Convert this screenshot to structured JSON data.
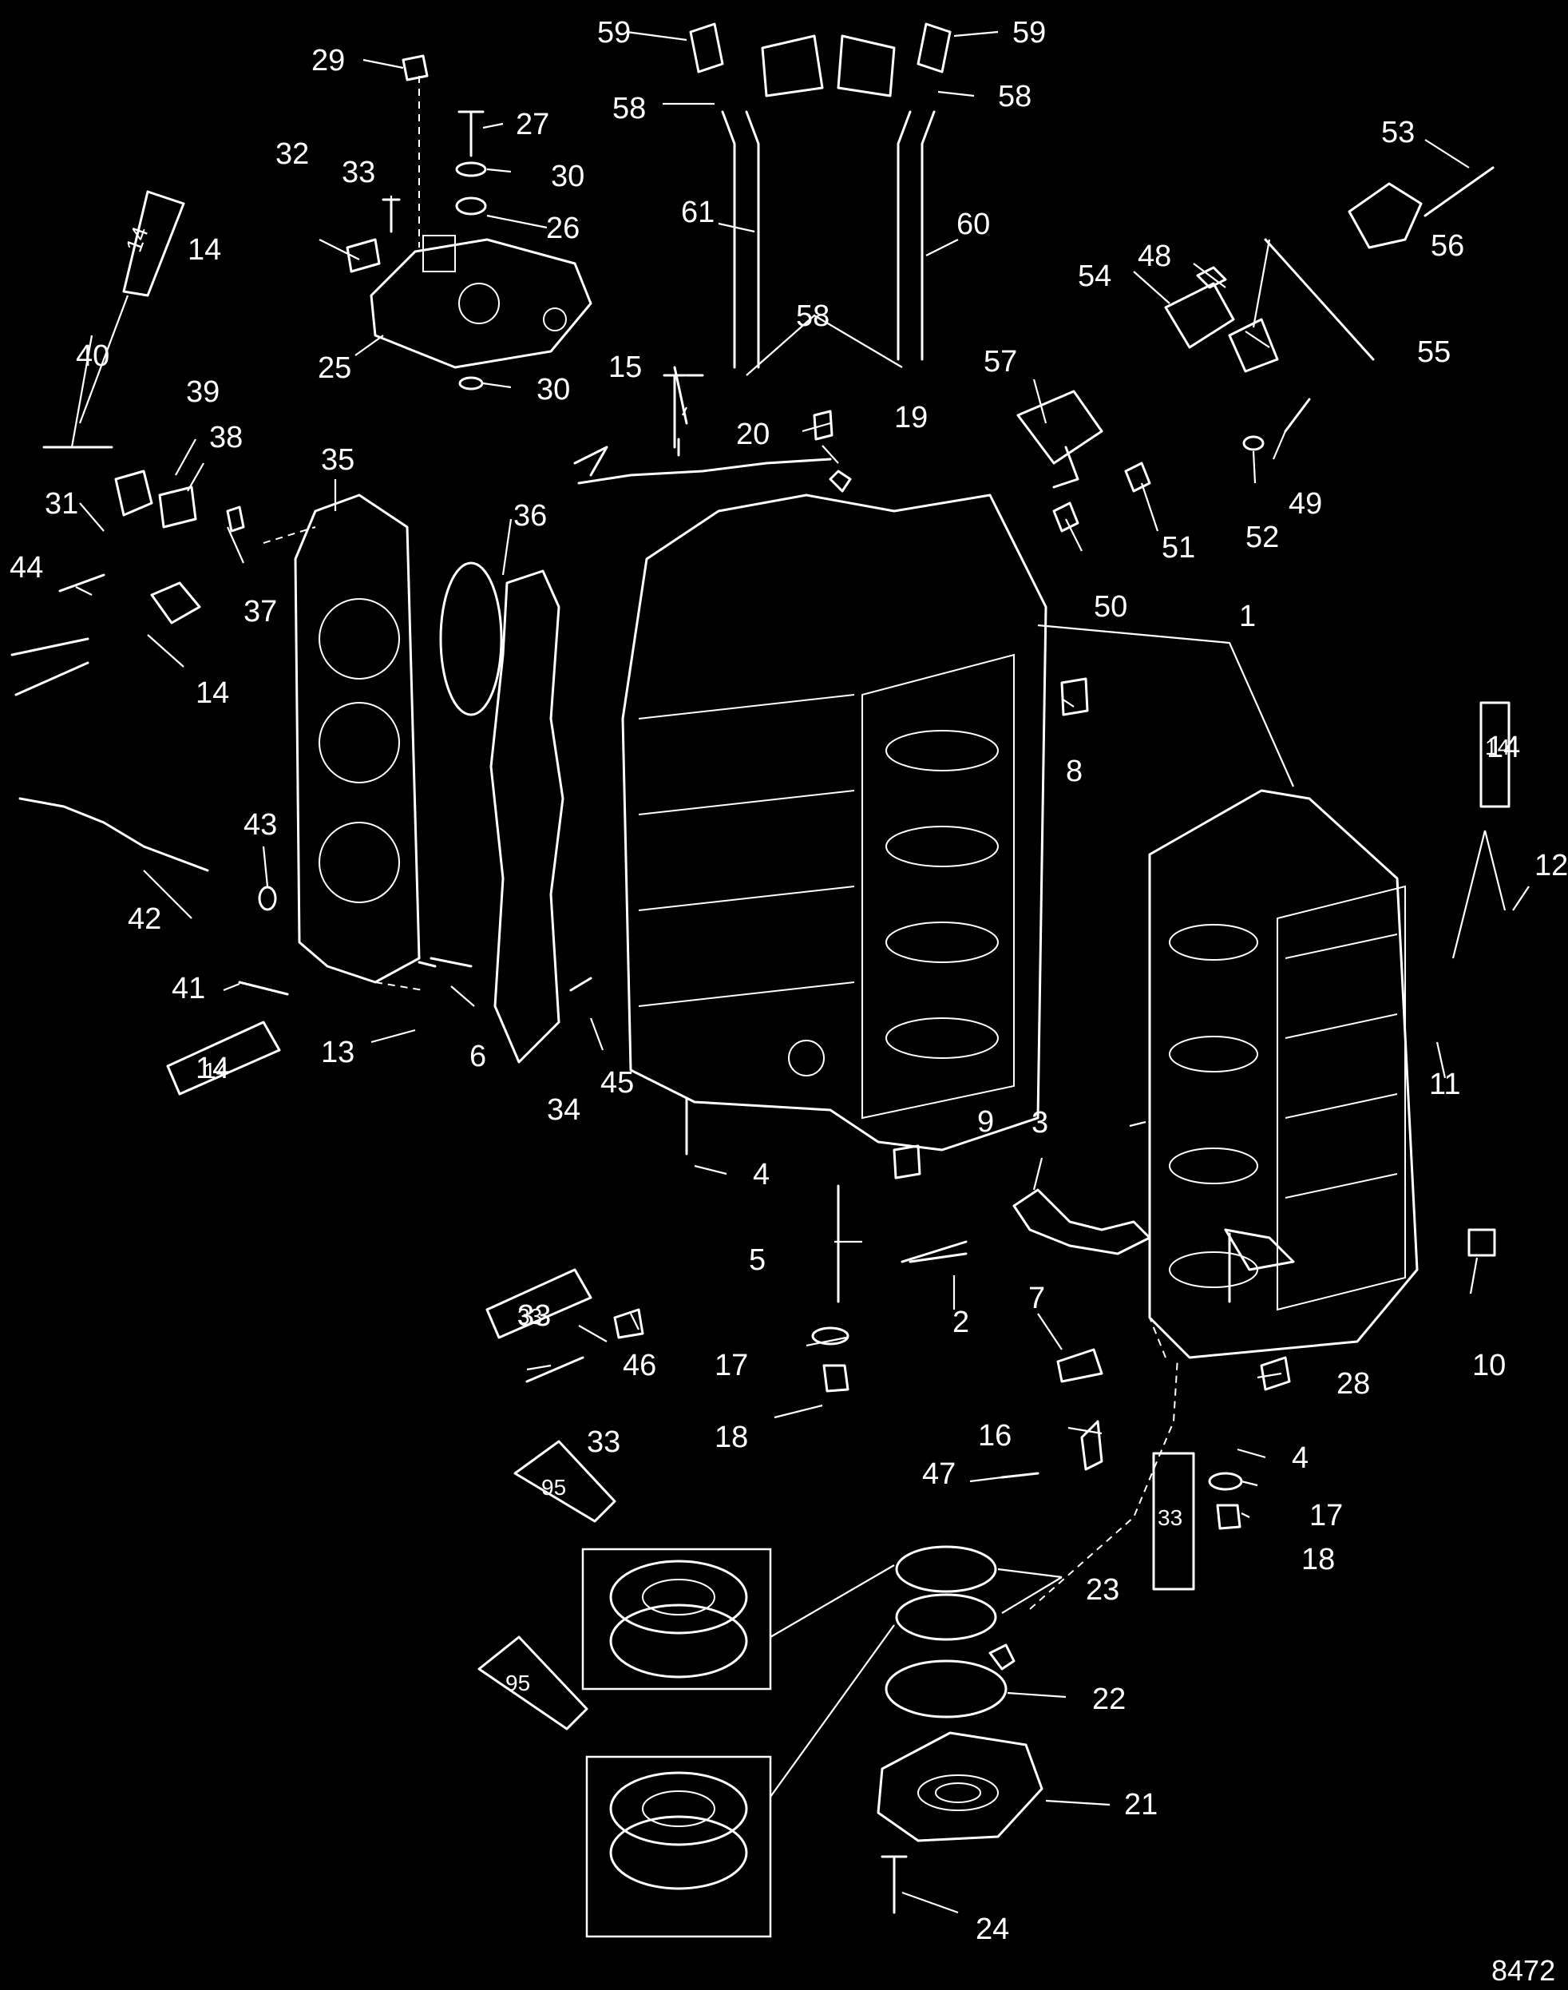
{
  "figure_number": "8472",
  "callouts": [
    "1",
    "2",
    "3",
    "4",
    "4",
    "5",
    "6",
    "7",
    "8",
    "9",
    "10",
    "11",
    "12",
    "13",
    "14",
    "14",
    "14",
    "14",
    "15",
    "16",
    "17",
    "17",
    "18",
    "18",
    "19",
    "20",
    "21",
    "22",
    "23",
    "24",
    "25",
    "26",
    "27",
    "28",
    "29",
    "30",
    "30",
    "31",
    "32",
    "33",
    "33",
    "33",
    "34",
    "35",
    "36",
    "37",
    "38",
    "39",
    "40",
    "41",
    "42",
    "43",
    "44",
    "45",
    "46",
    "47",
    "48",
    "49",
    "50",
    "51",
    "52",
    "53",
    "54",
    "55",
    "56",
    "57",
    "58",
    "58",
    "58",
    "59",
    "59",
    "60",
    "61"
  ],
  "sealant_tubes": [
    "14",
    "14",
    "14",
    "33",
    "33",
    "95",
    "95"
  ]
}
